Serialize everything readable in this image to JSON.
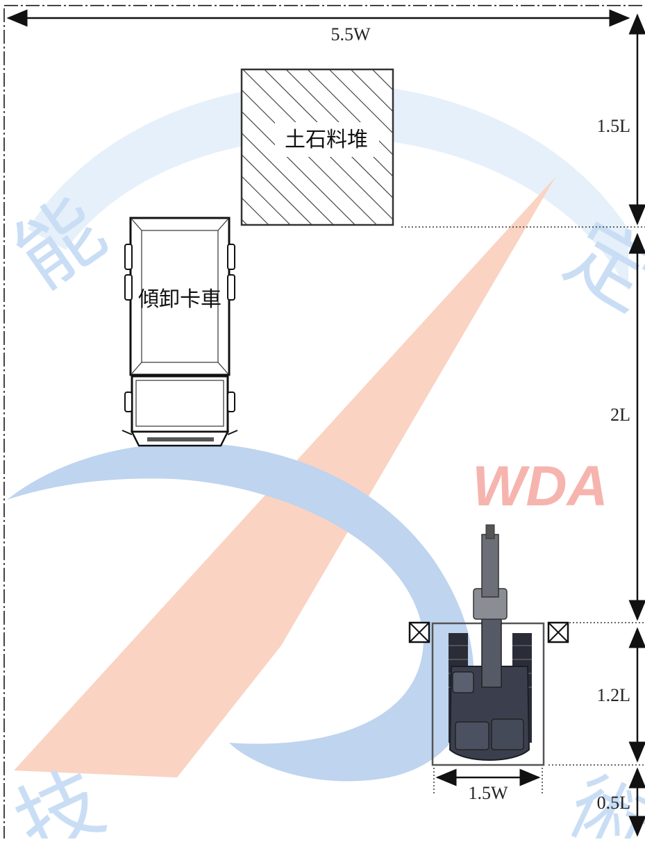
{
  "diagram": {
    "stockpile_label": "土石料堆",
    "truck_label": "傾卸卡車",
    "dimensions": {
      "total_width": "5.5W",
      "stockpile_depth": "1.5L",
      "middle_gap": "2L",
      "excavator_zone_length": "1.2L",
      "rear_clearance": "0.5L",
      "excavator_zone_width": "1.5W"
    }
  },
  "watermark": {
    "text": "WDA",
    "colors": {
      "blue": "#9ec3ea",
      "orange": "#f7b59b",
      "text": "#f08a80"
    }
  }
}
